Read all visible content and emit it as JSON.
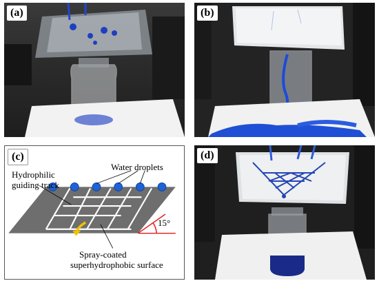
{
  "panels": {
    "a": {
      "label": "(a)"
    },
    "b": {
      "label": "(b)"
    },
    "c": {
      "label": "(c)",
      "hydrophilic_line1": "Hydrophilic",
      "hydrophilic_line2": "guiding track",
      "water_droplets": "Water droplets",
      "angle": "15°",
      "surface_line1": "Spray-coated",
      "surface_line2": "superhydrophobic surface"
    },
    "d": {
      "label": "(d)"
    }
  },
  "colors": {
    "droplet_blue": "#1e4fd6",
    "surface_gray": "#6e6e6e",
    "arrow_yellow": "#f2c200",
    "angle_red": "#e21b1b"
  }
}
